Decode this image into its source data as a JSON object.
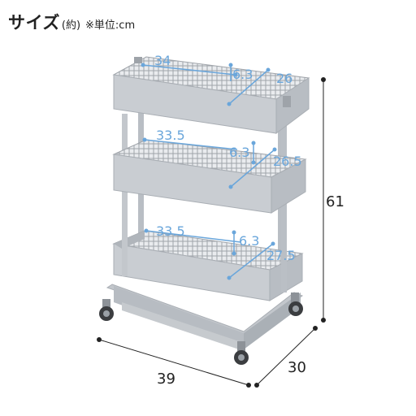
{
  "header": {
    "title": "サイズ",
    "subtitle": "(約)",
    "unit_note": "※単位:cm"
  },
  "dimensions": {
    "width": "39",
    "depth": "30",
    "height": "61"
  },
  "baskets": [
    {
      "width": "34",
      "depth": "26",
      "height": "6.3"
    },
    {
      "width": "33.5",
      "depth": "26.5",
      "height": "6.3"
    },
    {
      "width": "33.5",
      "depth": "27.5",
      "height": "6.3"
    }
  ],
  "colors": {
    "cart_body": "#c9cdd2",
    "cart_dark": "#a9aeb4",
    "dimension_blue": "#6aa6db",
    "dimension_black": "#222222"
  }
}
